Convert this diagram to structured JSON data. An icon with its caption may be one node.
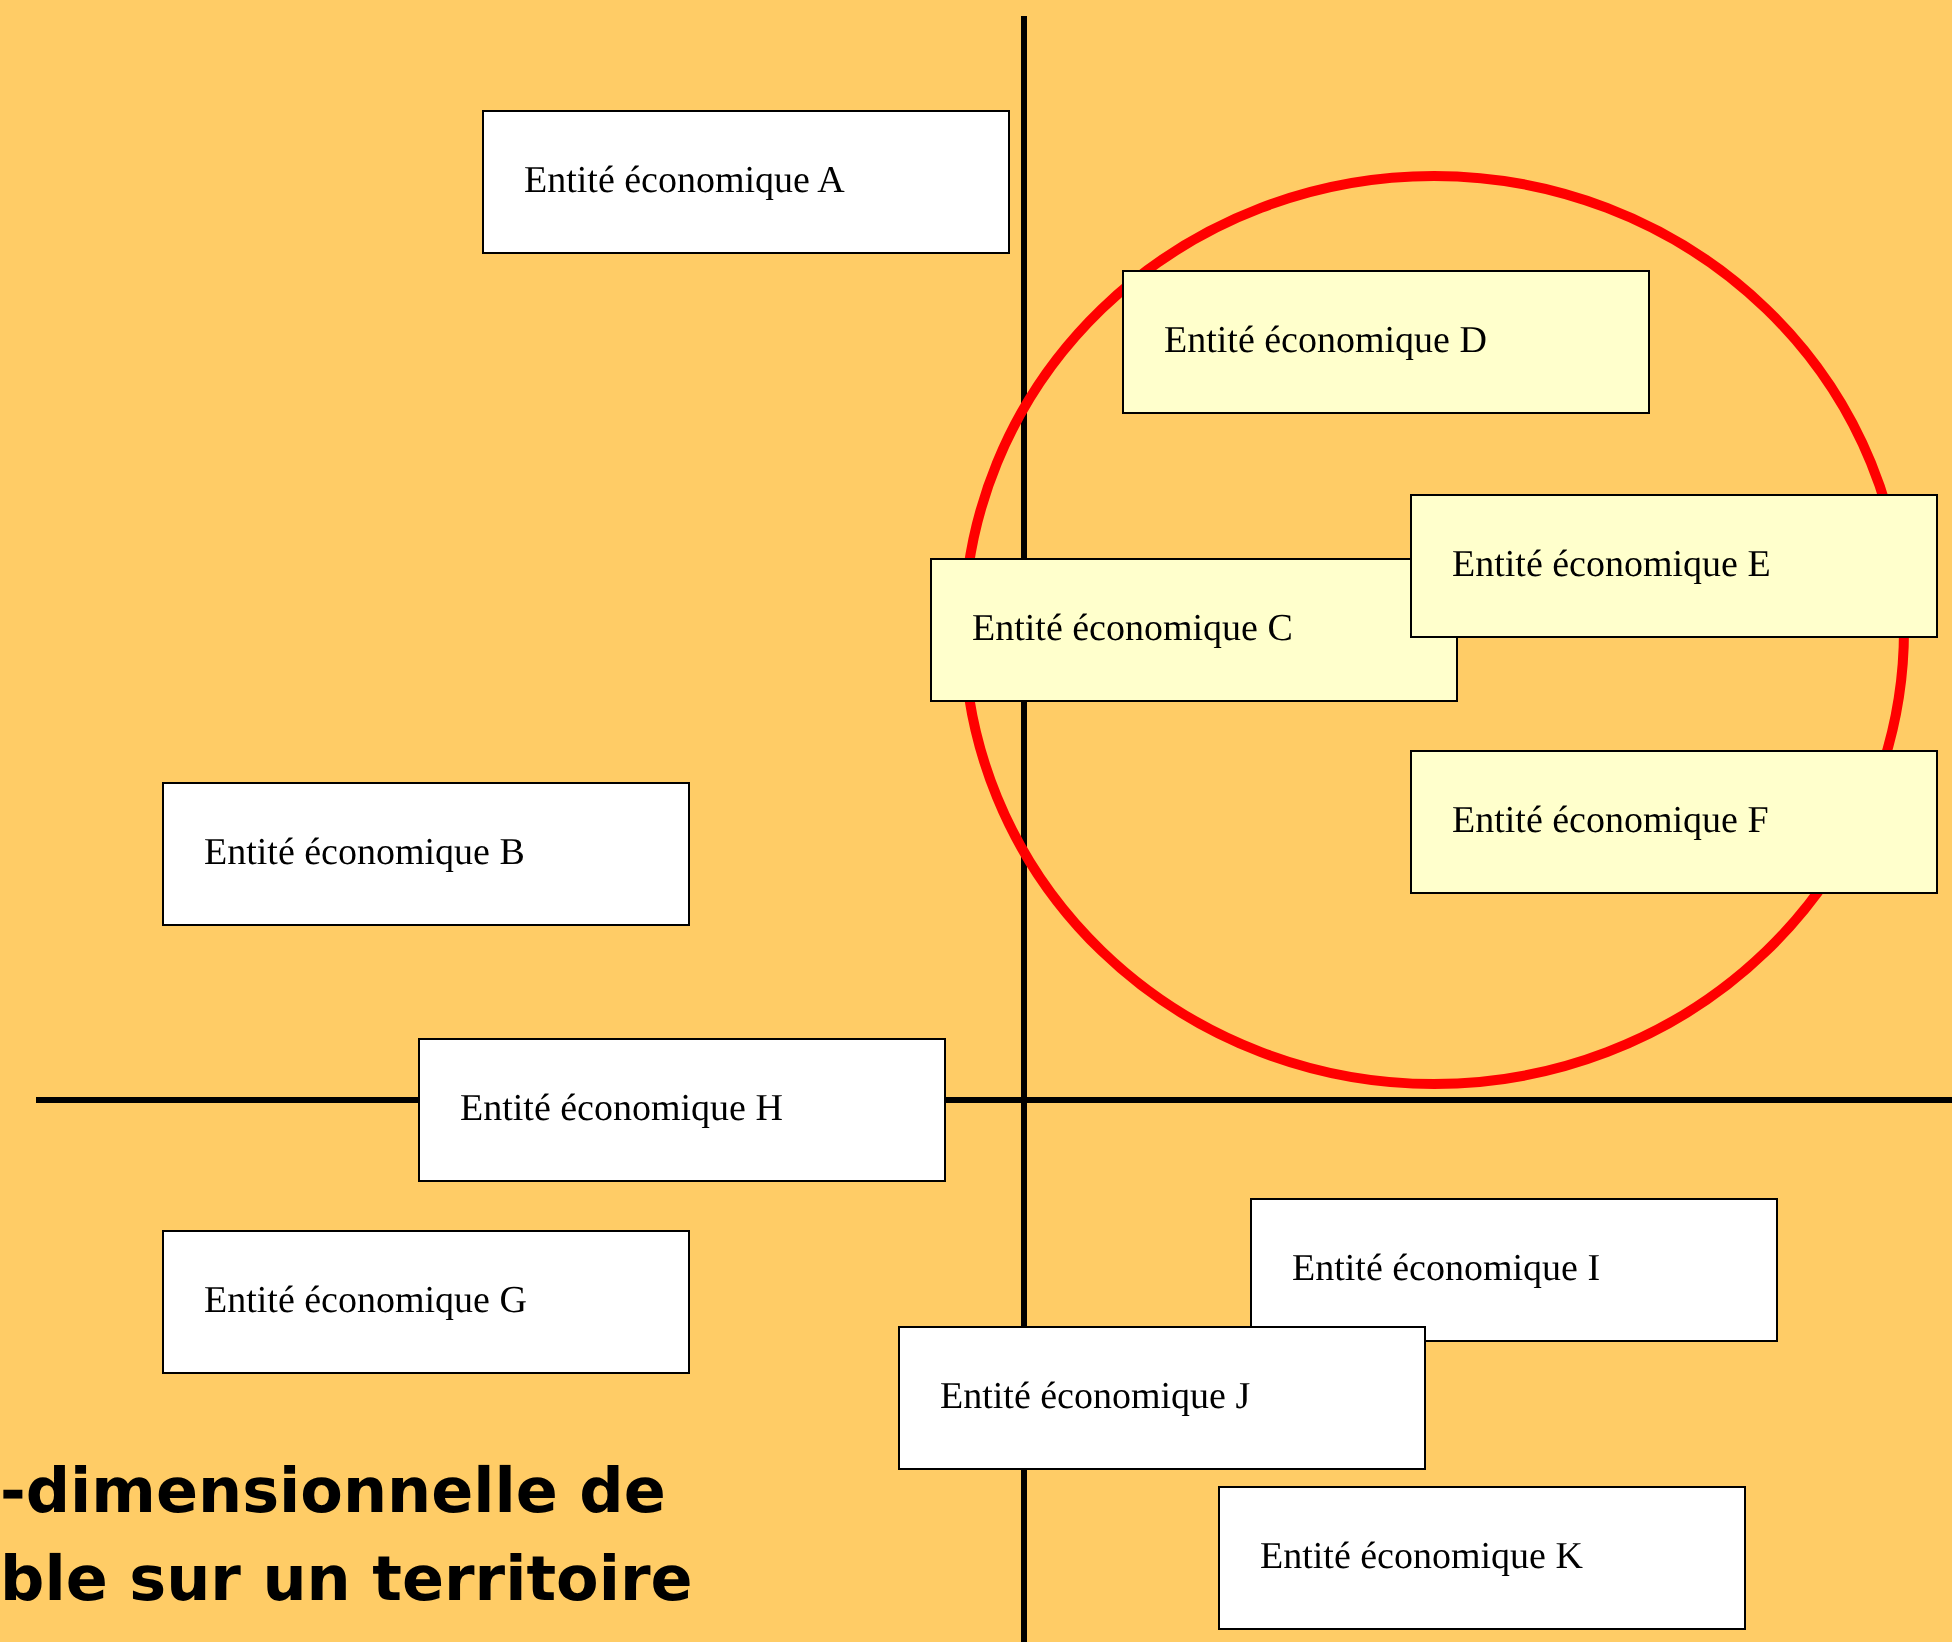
{
  "diagram": {
    "nodes": [
      {
        "text": [
          "Entité économique A"
        ]
      },
      {
        "text": [],
        "shape": "circle"
      },
      {
        "text": [
          "Entité économique D"
        ],
        "in": 1
      },
      {
        "text": [
          "Entité économique E"
        ]
      },
      {
        "text": [
          "Entité économique C"
        ]
      },
      {
        "text": [
          "Entité économique F"
        ]
      },
      {
        "text": [
          "Entité économique B"
        ]
      },
      {
        "text": [
          "Entité économique H"
        ]
      },
      {
        "text": [
          "Entité économique G"
        ]
      },
      {
        "text": [
          "Entité économique I"
        ]
      },
      {
        "text": [
          "Entité économique J"
        ]
      },
      {
        "text": [
          "Entité économique K"
        ]
      }
    ],
    "edges": [],
    "labels": [
      "-dimensionnelle de",
      "ble sur un territoire"
    ]
  }
}
